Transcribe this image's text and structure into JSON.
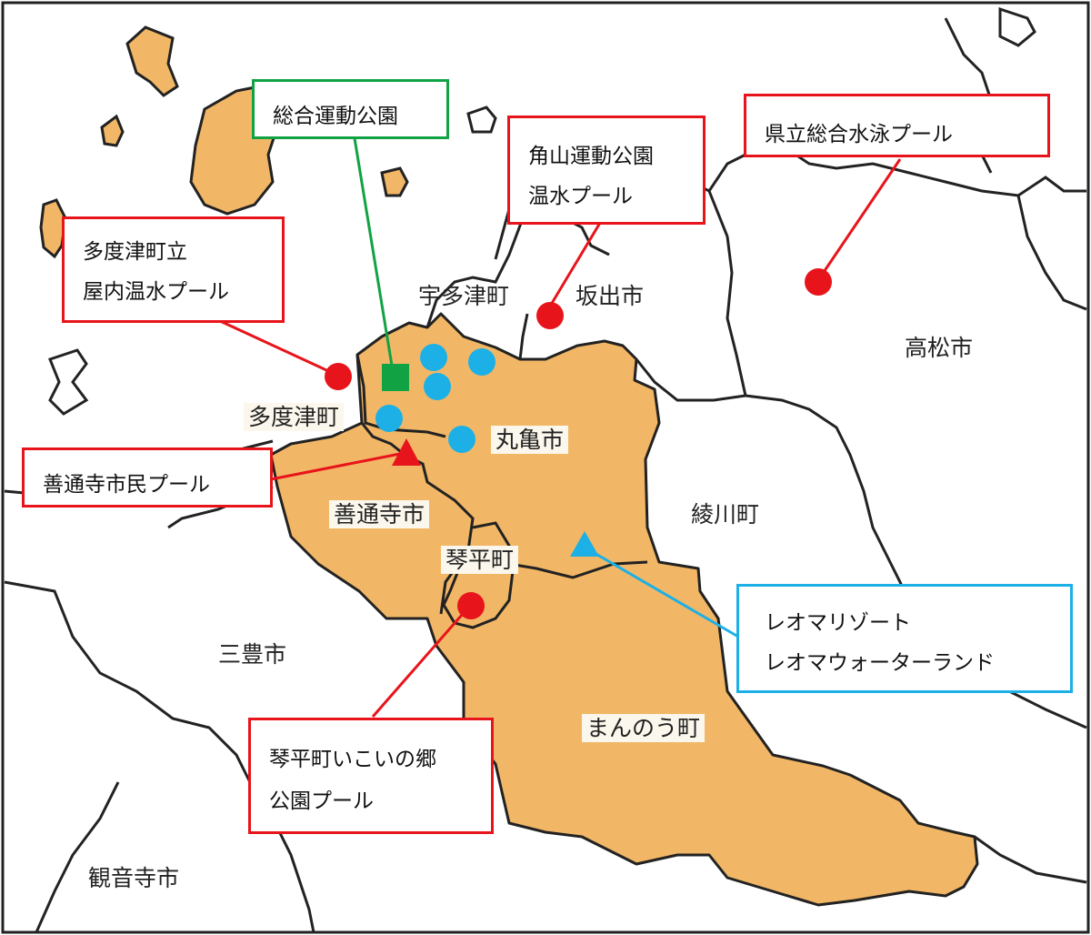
{
  "map": {
    "colors": {
      "land_highlight": "#f2b766",
      "border": "#222222",
      "red": "#e8141b",
      "green": "#11a244",
      "blue": "#1cb0e6"
    },
    "places": {
      "utazu": "宇多津町",
      "sakaide": "坂出市",
      "takamatsu": "高松市",
      "tadotsu": "多度津町",
      "marugame": "丸亀市",
      "zentsuji": "善通寺市",
      "ayagawa": "綾川町",
      "kotohira": "琴平町",
      "mitoyo": "三豊市",
      "manno": "まんのう町",
      "kanonji": "観音寺市"
    },
    "callouts": {
      "sogo": [
        "総合運動公園"
      ],
      "kakuyama": [
        "角山運動公園",
        "温水プール"
      ],
      "kenritsu": [
        "県立総合水泳プール"
      ],
      "tadotsu_pool": [
        "多度津町立",
        "屋内温水プール"
      ],
      "zentsuji_pool": [
        "善通寺市民プール"
      ],
      "leoma": [
        "レオマリゾート",
        "レオマウォーターランド"
      ],
      "kotohira_pool": [
        "琴平町いこいの郷",
        "公園プール"
      ]
    },
    "marker_icons": {
      "red_circle": "red-circle-marker-icon",
      "green_square": "green-square-marker-icon",
      "red_triangle": "red-triangle-marker-icon",
      "blue_triangle": "blue-triangle-marker-icon",
      "blue_circle": "blue-circle-marker-icon"
    }
  }
}
